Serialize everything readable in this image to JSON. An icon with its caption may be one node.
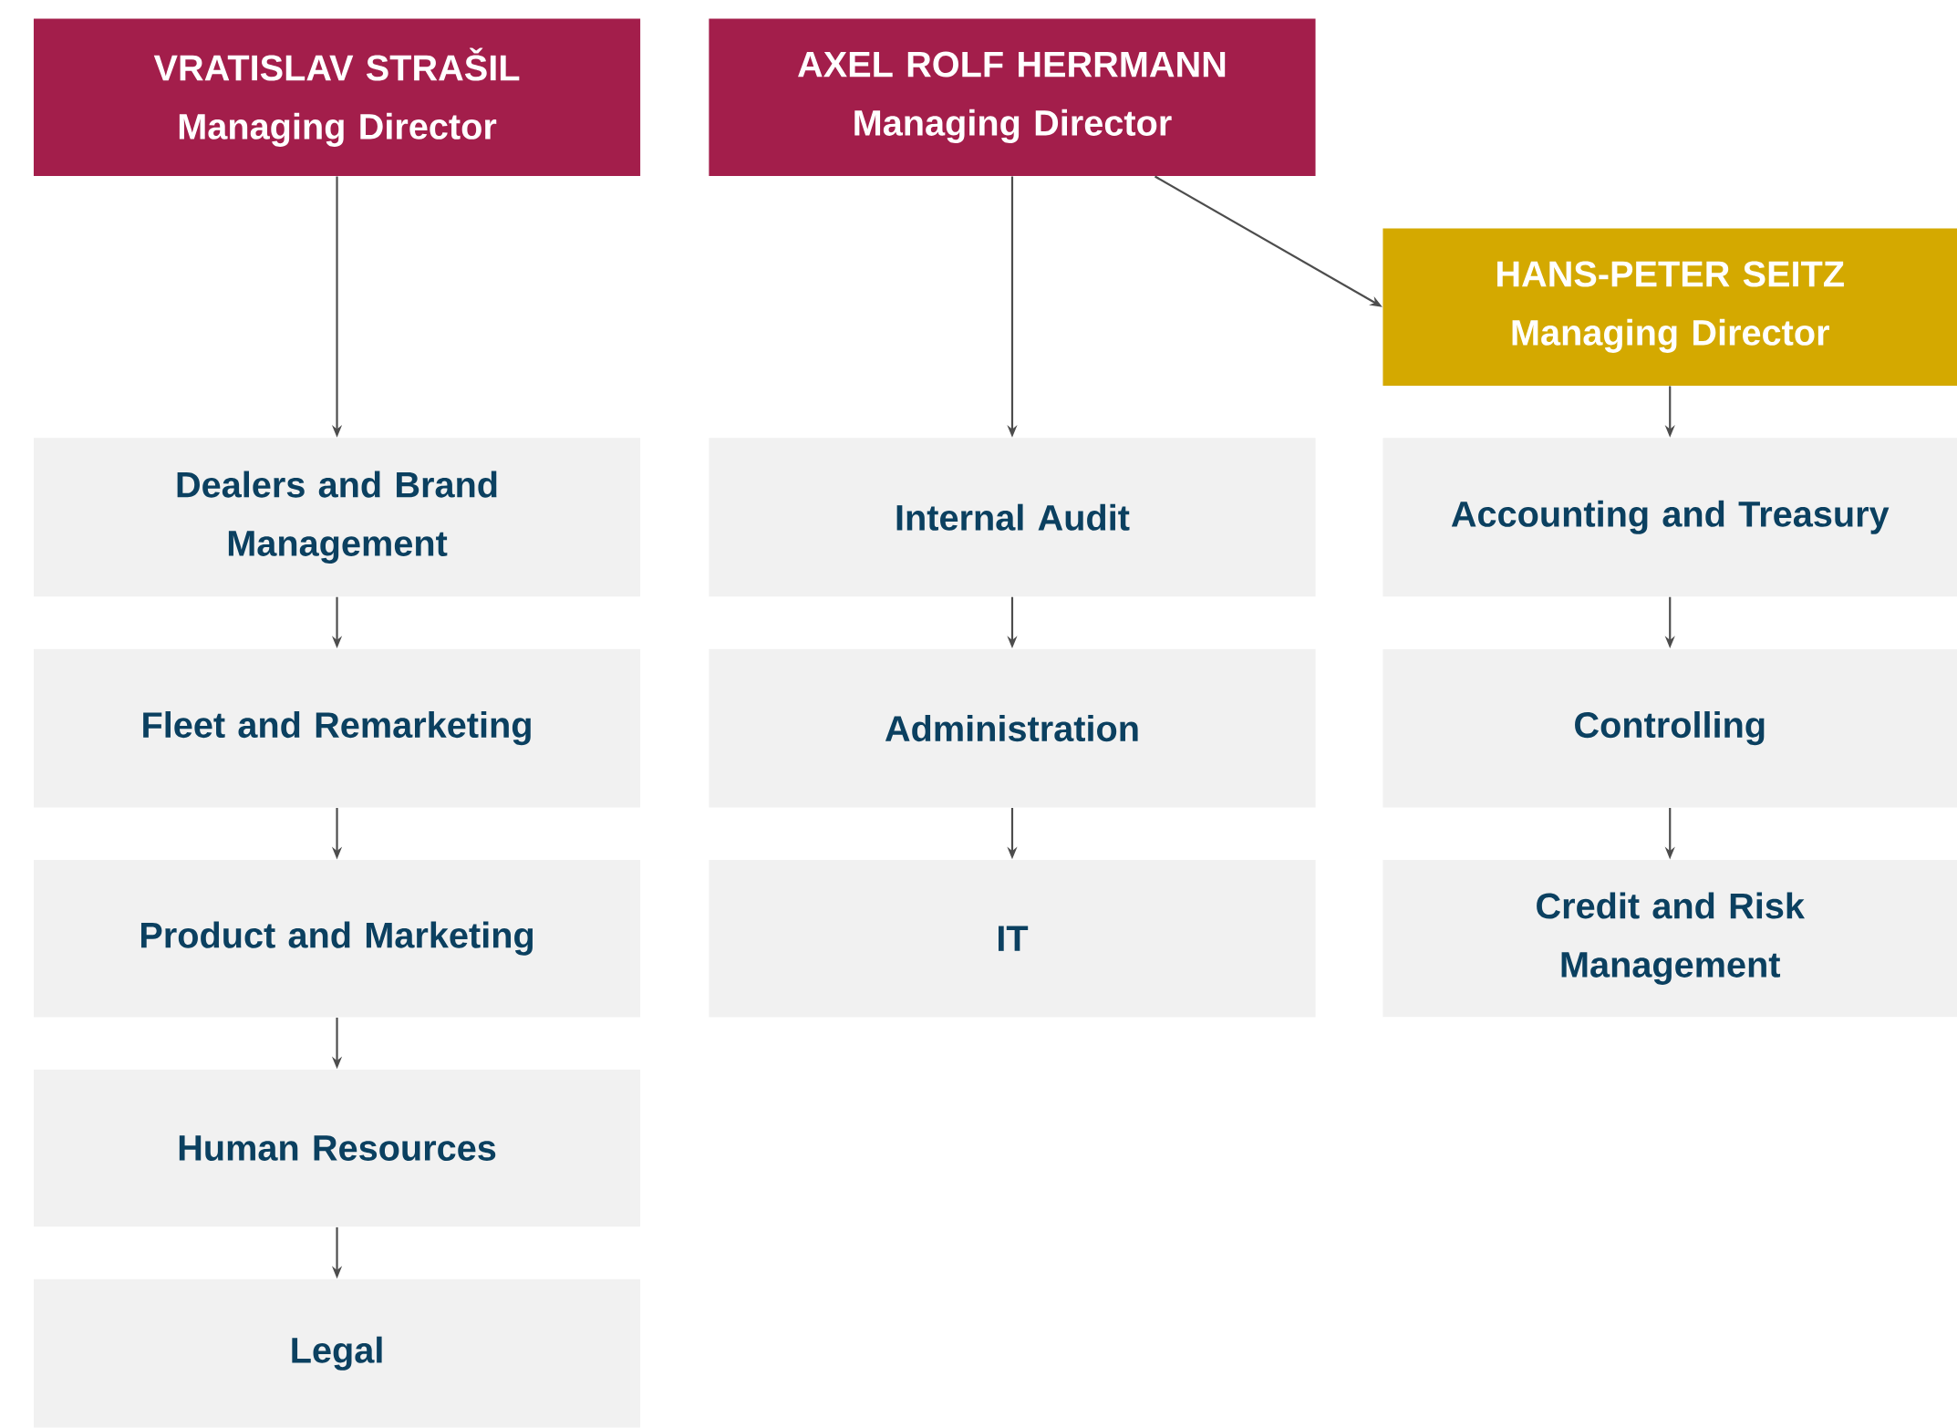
{
  "diagram": {
    "nodes": [
      {
        "text": [
          "VRATISLAV STRAŠIL",
          "Managing Director"
        ]
      },
      {
        "text": [
          "Dealers and Brand Management"
        ]
      },
      {
        "text": [
          "Fleet and Remarketing"
        ]
      },
      {
        "text": [
          "Product and Marketing"
        ]
      },
      {
        "text": [
          "Human Resources"
        ]
      },
      {
        "text": [
          "Legal"
        ]
      },
      {
        "text": [
          "AXEL ROLF HERRMANN",
          "Managing Director"
        ]
      },
      {
        "text": [
          "Internal Audit"
        ]
      },
      {
        "text": [
          "Administration"
        ]
      },
      {
        "text": [
          "IT"
        ]
      },
      {
        "text": [
          "HANS-PETER SEITZ",
          "Managing Director"
        ]
      },
      {
        "text": [
          "Accounting and Treasury"
        ]
      },
      {
        "text": [
          "Controlling"
        ]
      },
      {
        "text": [
          "Credit and Risk Management"
        ]
      }
    ],
    "edges": [
      {
        "from": 0,
        "to": 1,
        "arrow": "to"
      },
      {
        "from": 1,
        "to": 2,
        "arrow": "to"
      },
      {
        "from": 2,
        "to": 3,
        "arrow": "to"
      },
      {
        "from": 3,
        "to": 4,
        "arrow": "to"
      },
      {
        "from": 4,
        "to": 5,
        "arrow": "to"
      },
      {
        "from": 6,
        "to": 7,
        "arrow": "to"
      },
      {
        "from": 7,
        "to": 8,
        "arrow": "to"
      },
      {
        "from": 8,
        "to": 9,
        "arrow": "to"
      },
      {
        "from": 6,
        "to": 10,
        "arrow": "to"
      },
      {
        "from": 10,
        "to": 11,
        "arrow": "to"
      },
      {
        "from": 11,
        "to": 12,
        "arrow": "to"
      },
      {
        "from": 12,
        "to": 13,
        "arrow": "to"
      }
    ]
  }
}
